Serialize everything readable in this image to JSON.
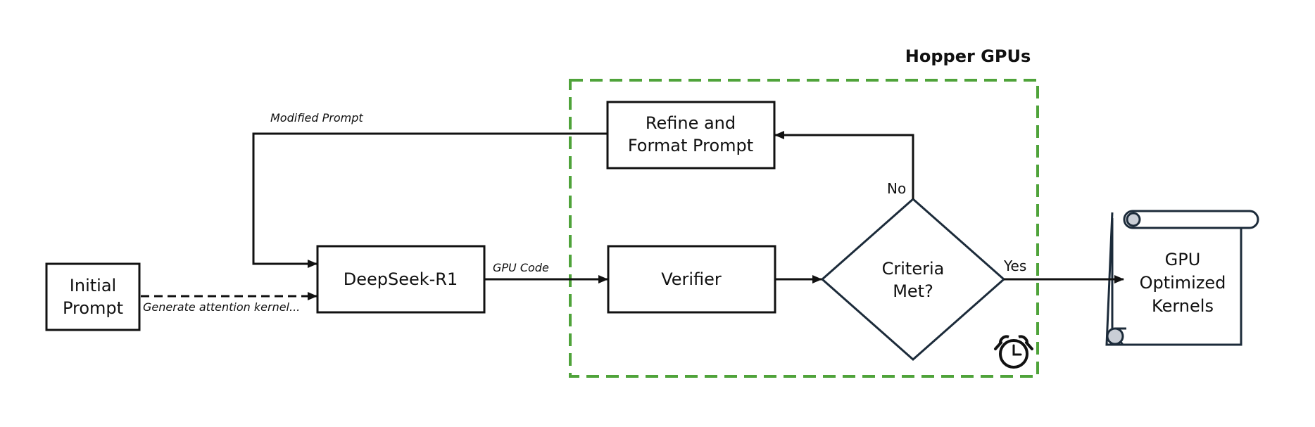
{
  "region": {
    "title": "Hopper GPUs",
    "border_color": "#4fa33a"
  },
  "nodes": {
    "initial_prompt": {
      "line1": "Initial",
      "line2": "Prompt"
    },
    "deepseek": {
      "label": "DeepSeek-R1"
    },
    "refine": {
      "line1": "Refine and",
      "line2": "Format Prompt"
    },
    "verifier": {
      "label": "Verifier"
    },
    "criteria": {
      "line1": "Criteria",
      "line2": "Met?"
    },
    "output": {
      "line1": "GPU",
      "line2": "Optimized",
      "line3": "Kernels"
    }
  },
  "edges": {
    "generate": "Generate attention kernel...",
    "gpu_code": "GPU Code",
    "modified_prompt": "Modified Prompt",
    "no": "No",
    "yes": "Yes"
  },
  "colors": {
    "box_stroke": "#111111",
    "diamond_stroke": "#1c2b3a",
    "scroll_stroke": "#1c2b3a",
    "scroll_curl_fill": "#c9ced6"
  },
  "icons": {
    "timer": "alarm-clock-icon"
  }
}
